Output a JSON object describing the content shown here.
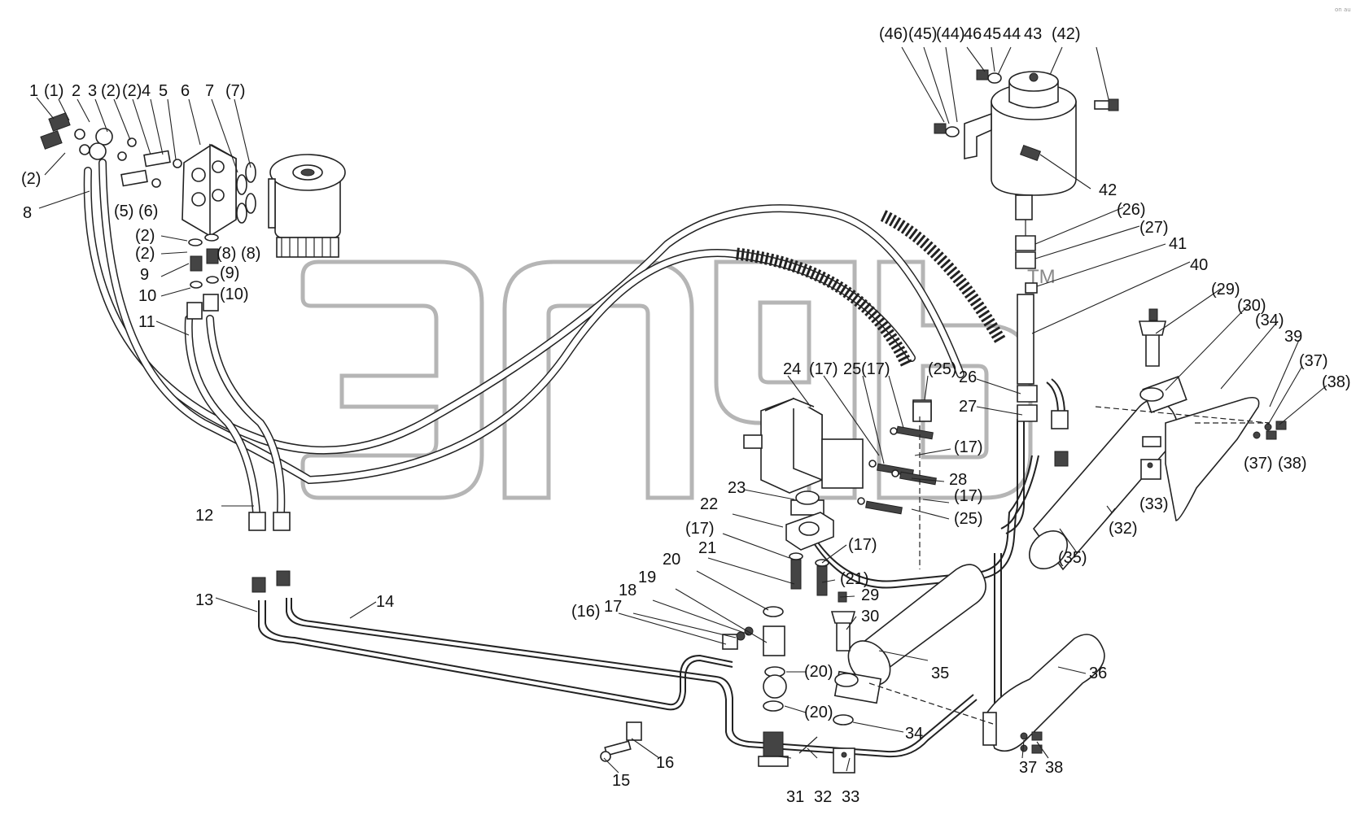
{
  "watermark": {
    "trademark": "TM"
  },
  "corner_mark": "on au",
  "callouts": [
    {
      "text": "1"
    },
    {
      "text": "(1)"
    },
    {
      "text": "2"
    },
    {
      "text": "3"
    },
    {
      "text": "(2)"
    },
    {
      "text": "(2)"
    },
    {
      "text": "4"
    },
    {
      "text": "5"
    },
    {
      "text": "6"
    },
    {
      "text": "7"
    },
    {
      "text": "(7)"
    },
    {
      "text": "(2)"
    },
    {
      "text": "8"
    },
    {
      "text": "(5)"
    },
    {
      "text": "(6)"
    },
    {
      "text": "(2)"
    },
    {
      "text": "(2)"
    },
    {
      "text": "9"
    },
    {
      "text": "(9)"
    },
    {
      "text": "10"
    },
    {
      "text": "(10)"
    },
    {
      "text": "(8)"
    },
    {
      "text": "(8)"
    },
    {
      "text": "11"
    },
    {
      "text": "12"
    },
    {
      "text": "13"
    },
    {
      "text": "14"
    },
    {
      "text": "(46)"
    },
    {
      "text": "(45)"
    },
    {
      "text": "(44)"
    },
    {
      "text": "46"
    },
    {
      "text": "45"
    },
    {
      "text": "44"
    },
    {
      "text": "43"
    },
    {
      "text": "(42)"
    },
    {
      "text": "42"
    },
    {
      "text": "(26)"
    },
    {
      "text": "(27)"
    },
    {
      "text": "41"
    },
    {
      "text": "40"
    },
    {
      "text": "(29)"
    },
    {
      "text": "(30)"
    },
    {
      "text": "(34)"
    },
    {
      "text": "39"
    },
    {
      "text": "(37)"
    },
    {
      "text": "(38)"
    },
    {
      "text": "(37)"
    },
    {
      "text": "(38)"
    },
    {
      "text": "(33)"
    },
    {
      "text": "(32)"
    },
    {
      "text": "(35)"
    },
    {
      "text": "26"
    },
    {
      "text": "27"
    },
    {
      "text": "24"
    },
    {
      "text": "(17)"
    },
    {
      "text": "25"
    },
    {
      "text": "(17)"
    },
    {
      "text": "(25)"
    },
    {
      "text": "(17)"
    },
    {
      "text": "28"
    },
    {
      "text": "(17)"
    },
    {
      "text": "(25)"
    },
    {
      "text": "23"
    },
    {
      "text": "22"
    },
    {
      "text": "(17)"
    },
    {
      "text": "21"
    },
    {
      "text": "(17)"
    },
    {
      "text": "20"
    },
    {
      "text": "(21)"
    },
    {
      "text": "29"
    },
    {
      "text": "30"
    },
    {
      "text": "19"
    },
    {
      "text": "18"
    },
    {
      "text": "17"
    },
    {
      "text": "(16)"
    },
    {
      "text": "(20)"
    },
    {
      "text": "35"
    },
    {
      "text": "(20)"
    },
    {
      "text": "34"
    },
    {
      "text": "36"
    },
    {
      "text": "16"
    },
    {
      "text": "15"
    },
    {
      "text": "31"
    },
    {
      "text": "32"
    },
    {
      "text": "33"
    },
    {
      "text": "37"
    },
    {
      "text": "38"
    }
  ]
}
